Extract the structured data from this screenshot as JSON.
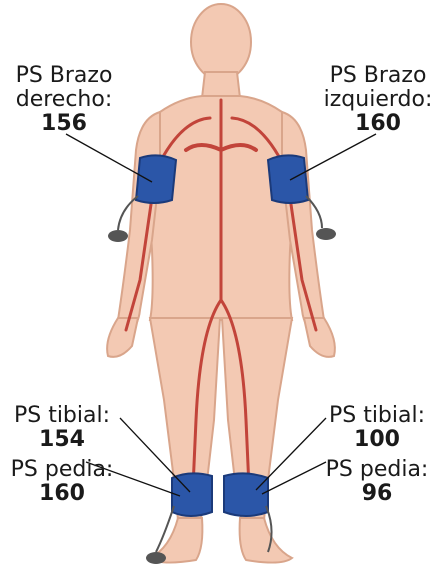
{
  "labels": {
    "right_arm": {
      "line1": "PS Brazo",
      "line2": "derecho:",
      "value": "156"
    },
    "left_arm": {
      "line1": "PS Brazo",
      "line2": "izquierdo:",
      "value": "160"
    },
    "right_tibial": {
      "label": "PS tibial:",
      "value": "154"
    },
    "right_pedia": {
      "label": "PS pedia:",
      "value": "160"
    },
    "left_tibial": {
      "label": "PS tibial:",
      "value": "100"
    },
    "left_pedia": {
      "label": "PS pedia:",
      "value": "96"
    }
  },
  "colors": {
    "skin": "#f3c9b3",
    "skin_outline": "#d9a58b",
    "artery": "#c2443a",
    "cuff": "#2b56a8",
    "cuff_dark": "#1b3a7a",
    "bulb": "#555555",
    "line": "#111111"
  },
  "icons": [
    "human-body-figure",
    "blood-pressure-cuff-icon",
    "pressure-bulb-icon"
  ]
}
